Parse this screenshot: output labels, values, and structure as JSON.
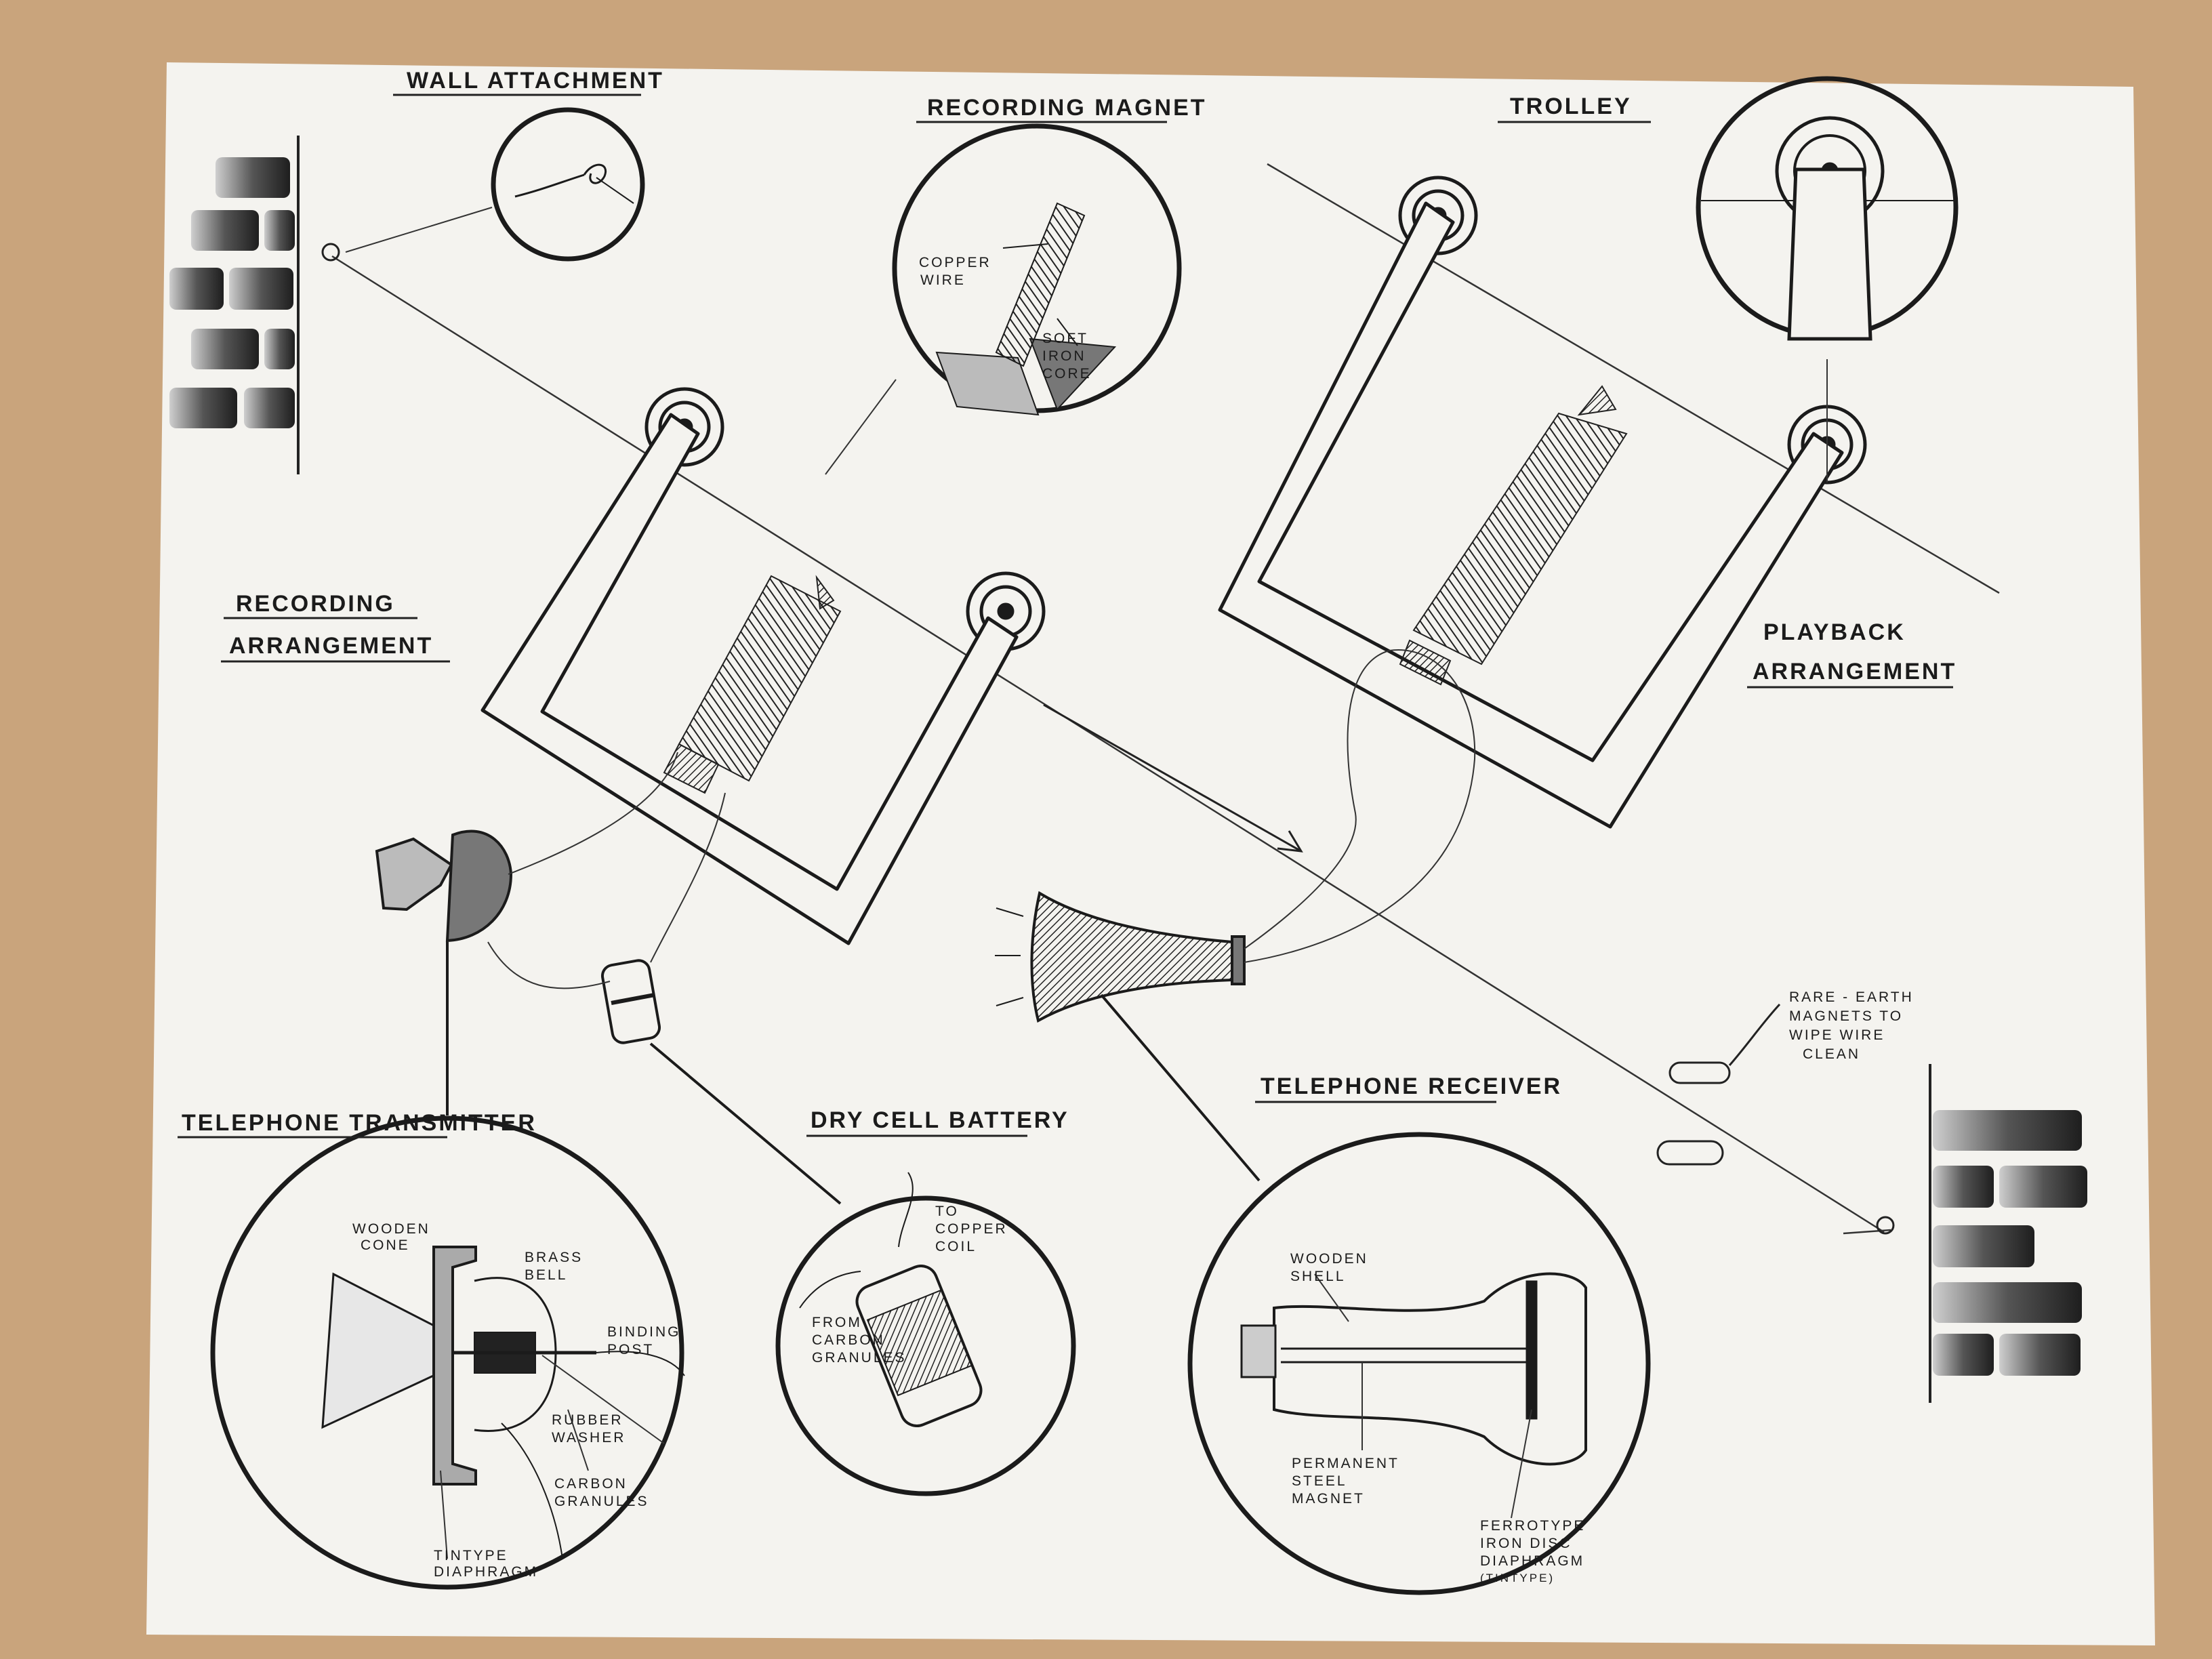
{
  "titles": {
    "wall_attachment": "WALL ATTACHMENT",
    "recording_magnet": "RECORDING MAGNET",
    "trolley": "TROLLEY",
    "recording_arrangement_1": "RECORDING",
    "recording_arrangement_2": "ARRANGEMENT",
    "playback_arrangement_1": "PLAYBACK",
    "playback_arrangement_2": "ARRANGEMENT",
    "telephone_transmitter": "TELEPHONE TRANSMITTER",
    "dry_cell_battery": "DRY CELL BATTERY",
    "telephone_receiver": "TELEPHONE RECEIVER"
  },
  "notes": {
    "copper_wire": [
      "COPPER",
      "WIRE"
    ],
    "soft_iron_core": [
      "SOFT",
      "IRON",
      "CORE"
    ],
    "rare_earth": [
      "RARE - EARTH",
      "MAGNETS TO",
      "WIPE WIRE",
      "CLEAN"
    ],
    "wooden_cone": [
      "WOODEN",
      "CONE"
    ],
    "brass_bell": [
      "BRASS",
      "BELL"
    ],
    "binding_post": [
      "BINDING",
      "POST"
    ],
    "rubber_washer": [
      "RUBBER",
      "WASHER"
    ],
    "carbon_granules": [
      "CARBON",
      "GRANULES"
    ],
    "tintype_diaphragm": [
      "TINTYPE",
      "DIAPHRAGM"
    ],
    "to_copper_coil": [
      "TO",
      "COPPER",
      "COIL"
    ],
    "from_carbon_granules": [
      "FROM",
      "CARBON",
      "GRANULES"
    ],
    "wooden_shell": [
      "WOODEN",
      "SHELL"
    ],
    "permanent_steel_magnet": [
      "PERMANENT",
      "STEEL",
      "MAGNET"
    ],
    "ferrotype_iron_disc": [
      "FERROTYPE",
      "IRON DISC",
      "DIAPHRAGM",
      "(TINTYPE)"
    ]
  },
  "colors": {
    "ink": "#1b1b1b",
    "paper": "#f4f3ef",
    "table": "#c9a47c"
  }
}
